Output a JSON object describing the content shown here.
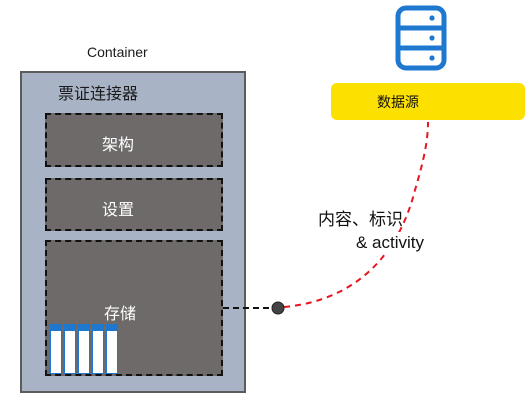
{
  "container": {
    "title": "Container",
    "name": "票证连接器"
  },
  "panels": {
    "schema": "架构",
    "settings": "设置",
    "storage": "存储"
  },
  "datasource": {
    "label": "数据源",
    "icon": "database-icon",
    "color": "#fce100"
  },
  "flow": {
    "line1": "内容、标识",
    "line2": "& activity",
    "color": "#e8141e"
  },
  "colors": {
    "container_bg": "#a9b3c6",
    "panel_bg": "#6d6a69",
    "icon_blue": "#1e78d0"
  }
}
